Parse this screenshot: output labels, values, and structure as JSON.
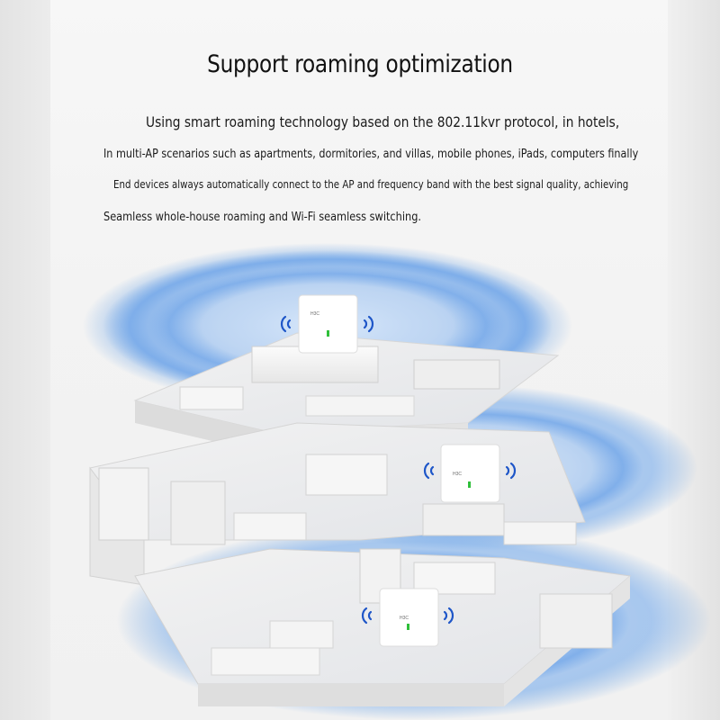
{
  "title": "Support roaming optimization",
  "paragraph": [
    "Using smart roaming technology based on the 802.11kvr protocol, in hotels,",
    "In multi-AP scenarios such as apartments, dormitories, and villas, mobile phones, iPads, computers finally",
    "End devices always automatically connect to the AP and frequency band with the best signal quality, achieving",
    "Seamless whole-house roaming and Wi-Fi seamless switching."
  ],
  "access_points": [
    {
      "brand": "H3C"
    },
    {
      "brand": "H3C"
    },
    {
      "brand": "H3C"
    }
  ],
  "colors": {
    "coverage": "#4a8fe0",
    "led": "#2fbf3a",
    "wifi_icon": "#1e56c8",
    "text": "#111111"
  },
  "icons": [
    "wifi-signal-icon",
    "access-point-device"
  ]
}
